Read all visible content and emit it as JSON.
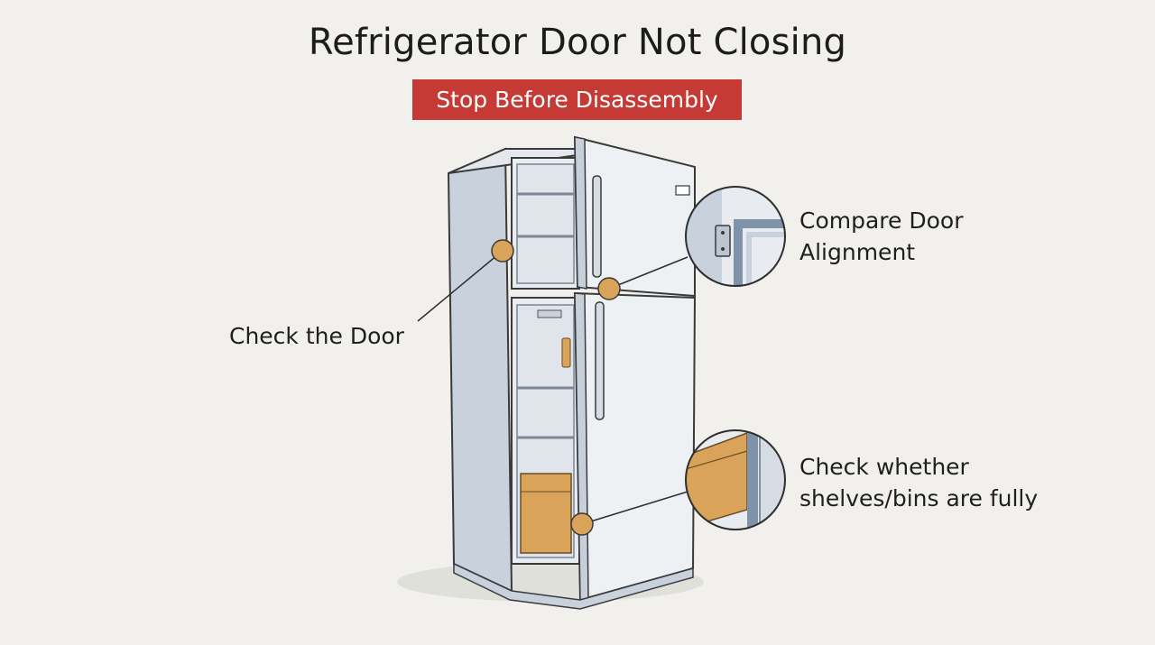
{
  "header": {
    "title": "Refrigerator Door Not Closing",
    "warning_badge": "Stop Before Disassembly"
  },
  "callouts": [
    {
      "id": "door",
      "label": "Check the Door"
    },
    {
      "id": "alignment",
      "label_lines": [
        "Compare Door",
        "Alignment"
      ]
    },
    {
      "id": "shelves",
      "label_lines": [
        "Check whether",
        "shelves/bins are fully"
      ]
    }
  ],
  "colors": {
    "background": "#f1f0ec",
    "warning_badge": "#c53a35",
    "fridge_body": "#dde3ea",
    "fridge_shadow": "#9fb0c2",
    "marker": "#d9a45a",
    "outline": "#3a3a3a"
  }
}
